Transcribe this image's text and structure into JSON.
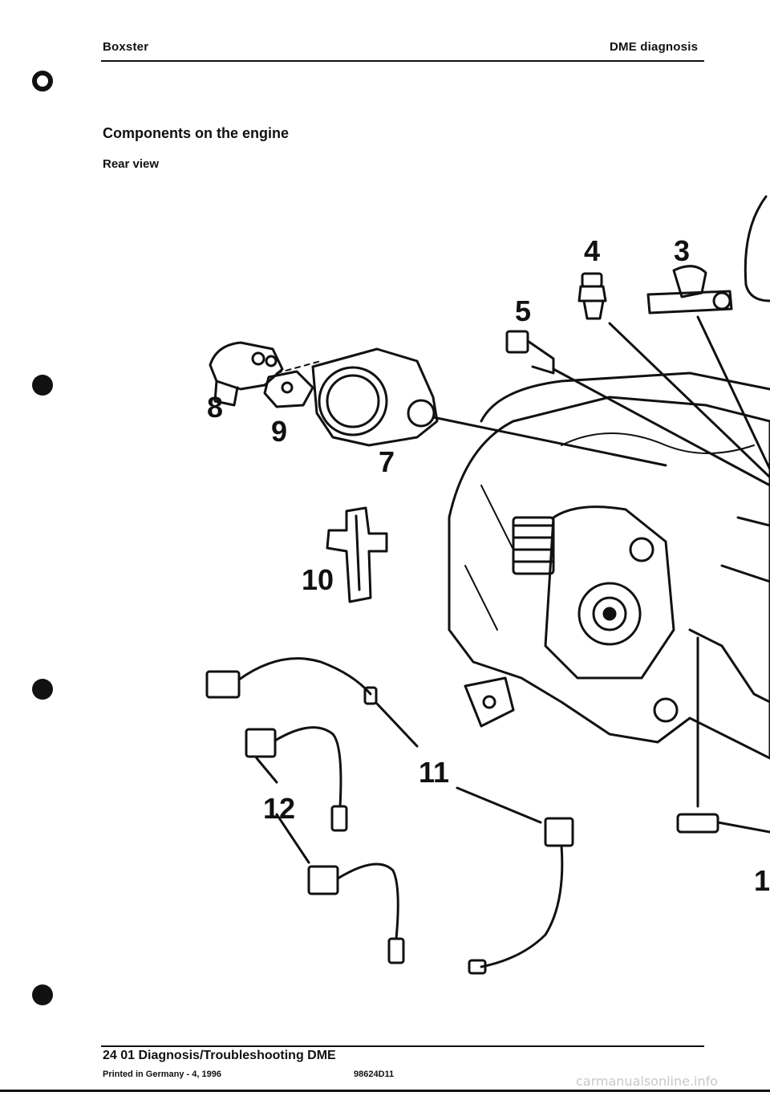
{
  "header": {
    "left": "Boxster",
    "right": "DME diagnosis"
  },
  "title": "Components on the engine",
  "subtitle": "Rear view",
  "callouts": [
    "4",
    "3",
    "5",
    "8",
    "9",
    "7",
    "10",
    "11",
    "12",
    "1"
  ],
  "footer": {
    "title": "24 01 Diagnosis/Troubleshooting DME",
    "printed": "Printed in Germany - 4, 1996",
    "code": "98624D11"
  },
  "watermark": "carmanualsonline.info"
}
